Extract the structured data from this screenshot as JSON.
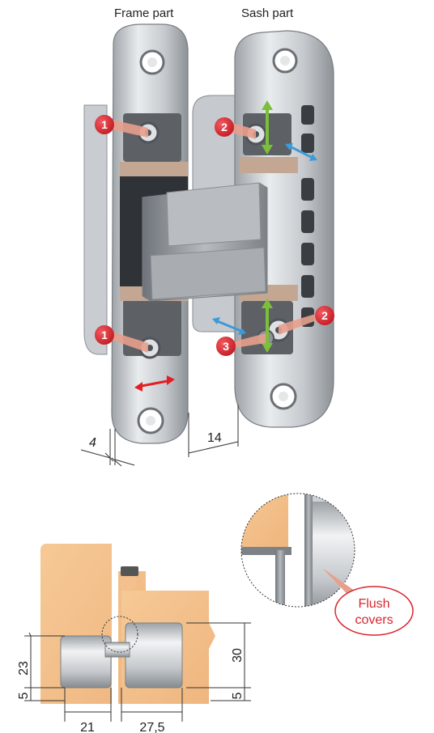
{
  "labels": {
    "frame_part": "Frame part",
    "sash_part": "Sash part",
    "flush_covers_line1": "Flush",
    "flush_covers_line2": "covers"
  },
  "callouts": {
    "one": "1",
    "two": "2",
    "three": "3"
  },
  "dimensions": {
    "top_offset": "4",
    "top_sash": "14",
    "left_23": "23",
    "left_5": "5",
    "right_30": "30",
    "right_5": "5",
    "bottom_21": "21",
    "bottom_27_5": "27,5"
  },
  "colors": {
    "callout_red": "#d8262e",
    "green_arrow": "#7cbf3a",
    "blue_arrow": "#3d9ad8",
    "wood": "#f3c08e"
  }
}
